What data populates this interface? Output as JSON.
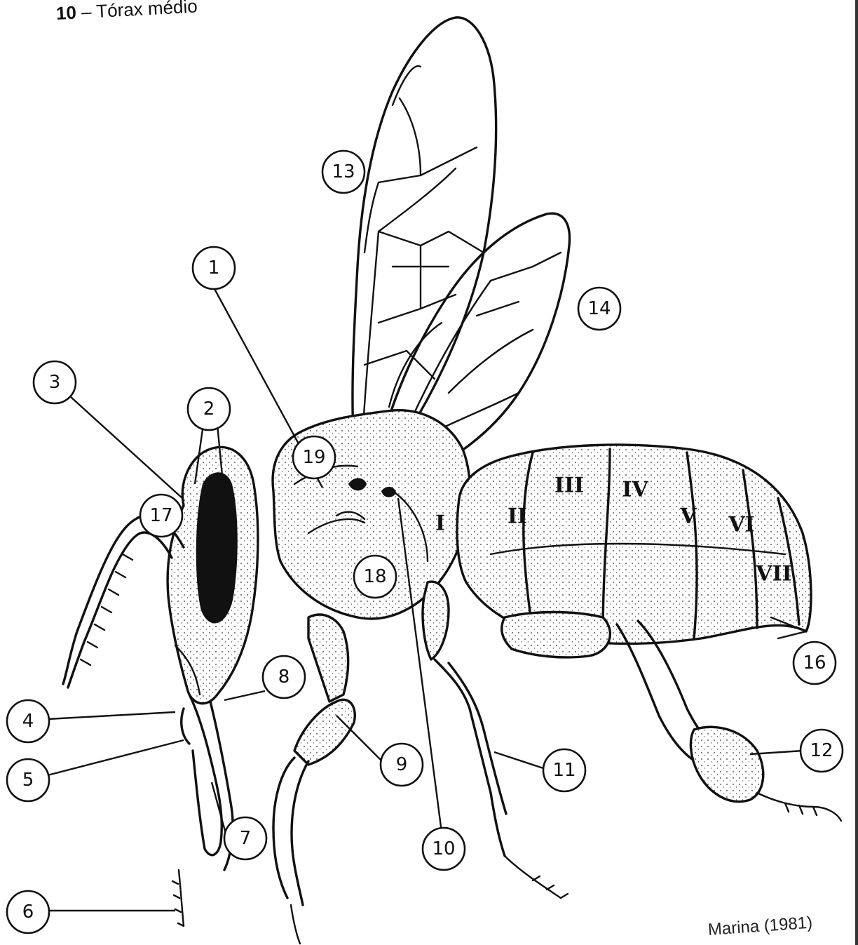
{
  "header": {
    "number": "10",
    "separator": "–",
    "title": "Tórax médio"
  },
  "credit": "Marina (1981)",
  "callouts": [
    {
      "label": "1"
    },
    {
      "label": "2"
    },
    {
      "label": "3"
    },
    {
      "label": "4"
    },
    {
      "label": "5"
    },
    {
      "label": "6"
    },
    {
      "label": "7"
    },
    {
      "label": "8"
    },
    {
      "label": "9"
    },
    {
      "label": "10"
    },
    {
      "label": "11"
    },
    {
      "label": "12"
    },
    {
      "label": "13"
    },
    {
      "label": "14"
    },
    {
      "label": "16"
    },
    {
      "label": "17"
    },
    {
      "label": "18"
    },
    {
      "label": "19"
    }
  ],
  "abdomen_segments": [
    "I",
    "II",
    "III",
    "IV",
    "V",
    "VI",
    "VII"
  ]
}
